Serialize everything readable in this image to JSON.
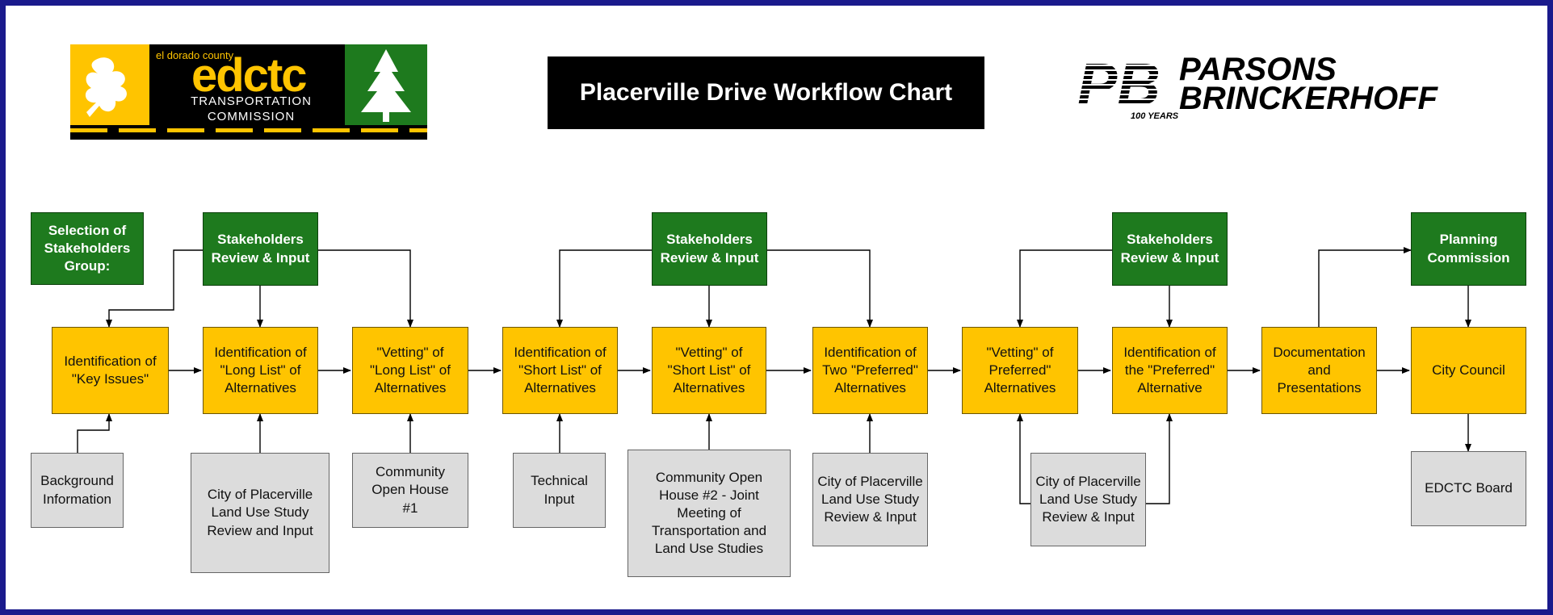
{
  "title": "Placerville Drive Workflow Chart",
  "logos": {
    "edctc_county": "el dorado county",
    "edctc_wordmark": "edctc",
    "edctc_line1": "TRANSPORTATION",
    "edctc_line2": "COMMISSION",
    "pb_monogram": "PB",
    "pb_line1": "PARSONS",
    "pb_line2": "BRINCKERHOFF",
    "pb_years": "100 YEARS"
  },
  "selection_label": "Selection of Stakeholders Group:",
  "stakeholders": [
    "Stakeholders Review & Input",
    "Stakeholders Review & Input",
    "Stakeholders Review & Input"
  ],
  "planning_commission": "Planning Commission",
  "steps": [
    "Identification of \"Key Issues\"",
    "Identification of \"Long List\" of Alternatives",
    "\"Vetting\" of \"Long List\" of Alternatives",
    "Identification of \"Short List\" of Alternatives",
    "\"Vetting\" of \"Short List\" of Alternatives",
    "Identification of Two \"Preferred\" Alternatives",
    "\"Vetting\" of Preferred\" Alternatives",
    "Identification of the \"Preferred\" Alternative",
    "Documentation and Presentations",
    "City Council"
  ],
  "inputs": [
    "Background Information",
    "City of Placerville Land Use Study Review and Input",
    "Community Open House #1",
    "Technical Input",
    "Community Open House #2 - Joint Meeting of Transportation and Land Use Studies",
    "City of Placerville Land Use Study Review & Input",
    "City of Placerville Land Use Study Review & Input",
    "EDCTC Board"
  ],
  "colors": {
    "frame": "#1a1a8c",
    "step_fill": "#ffc400",
    "stakeholder_fill": "#1e7a1e",
    "input_fill": "#dcdcdc",
    "title_fill": "#000000"
  }
}
